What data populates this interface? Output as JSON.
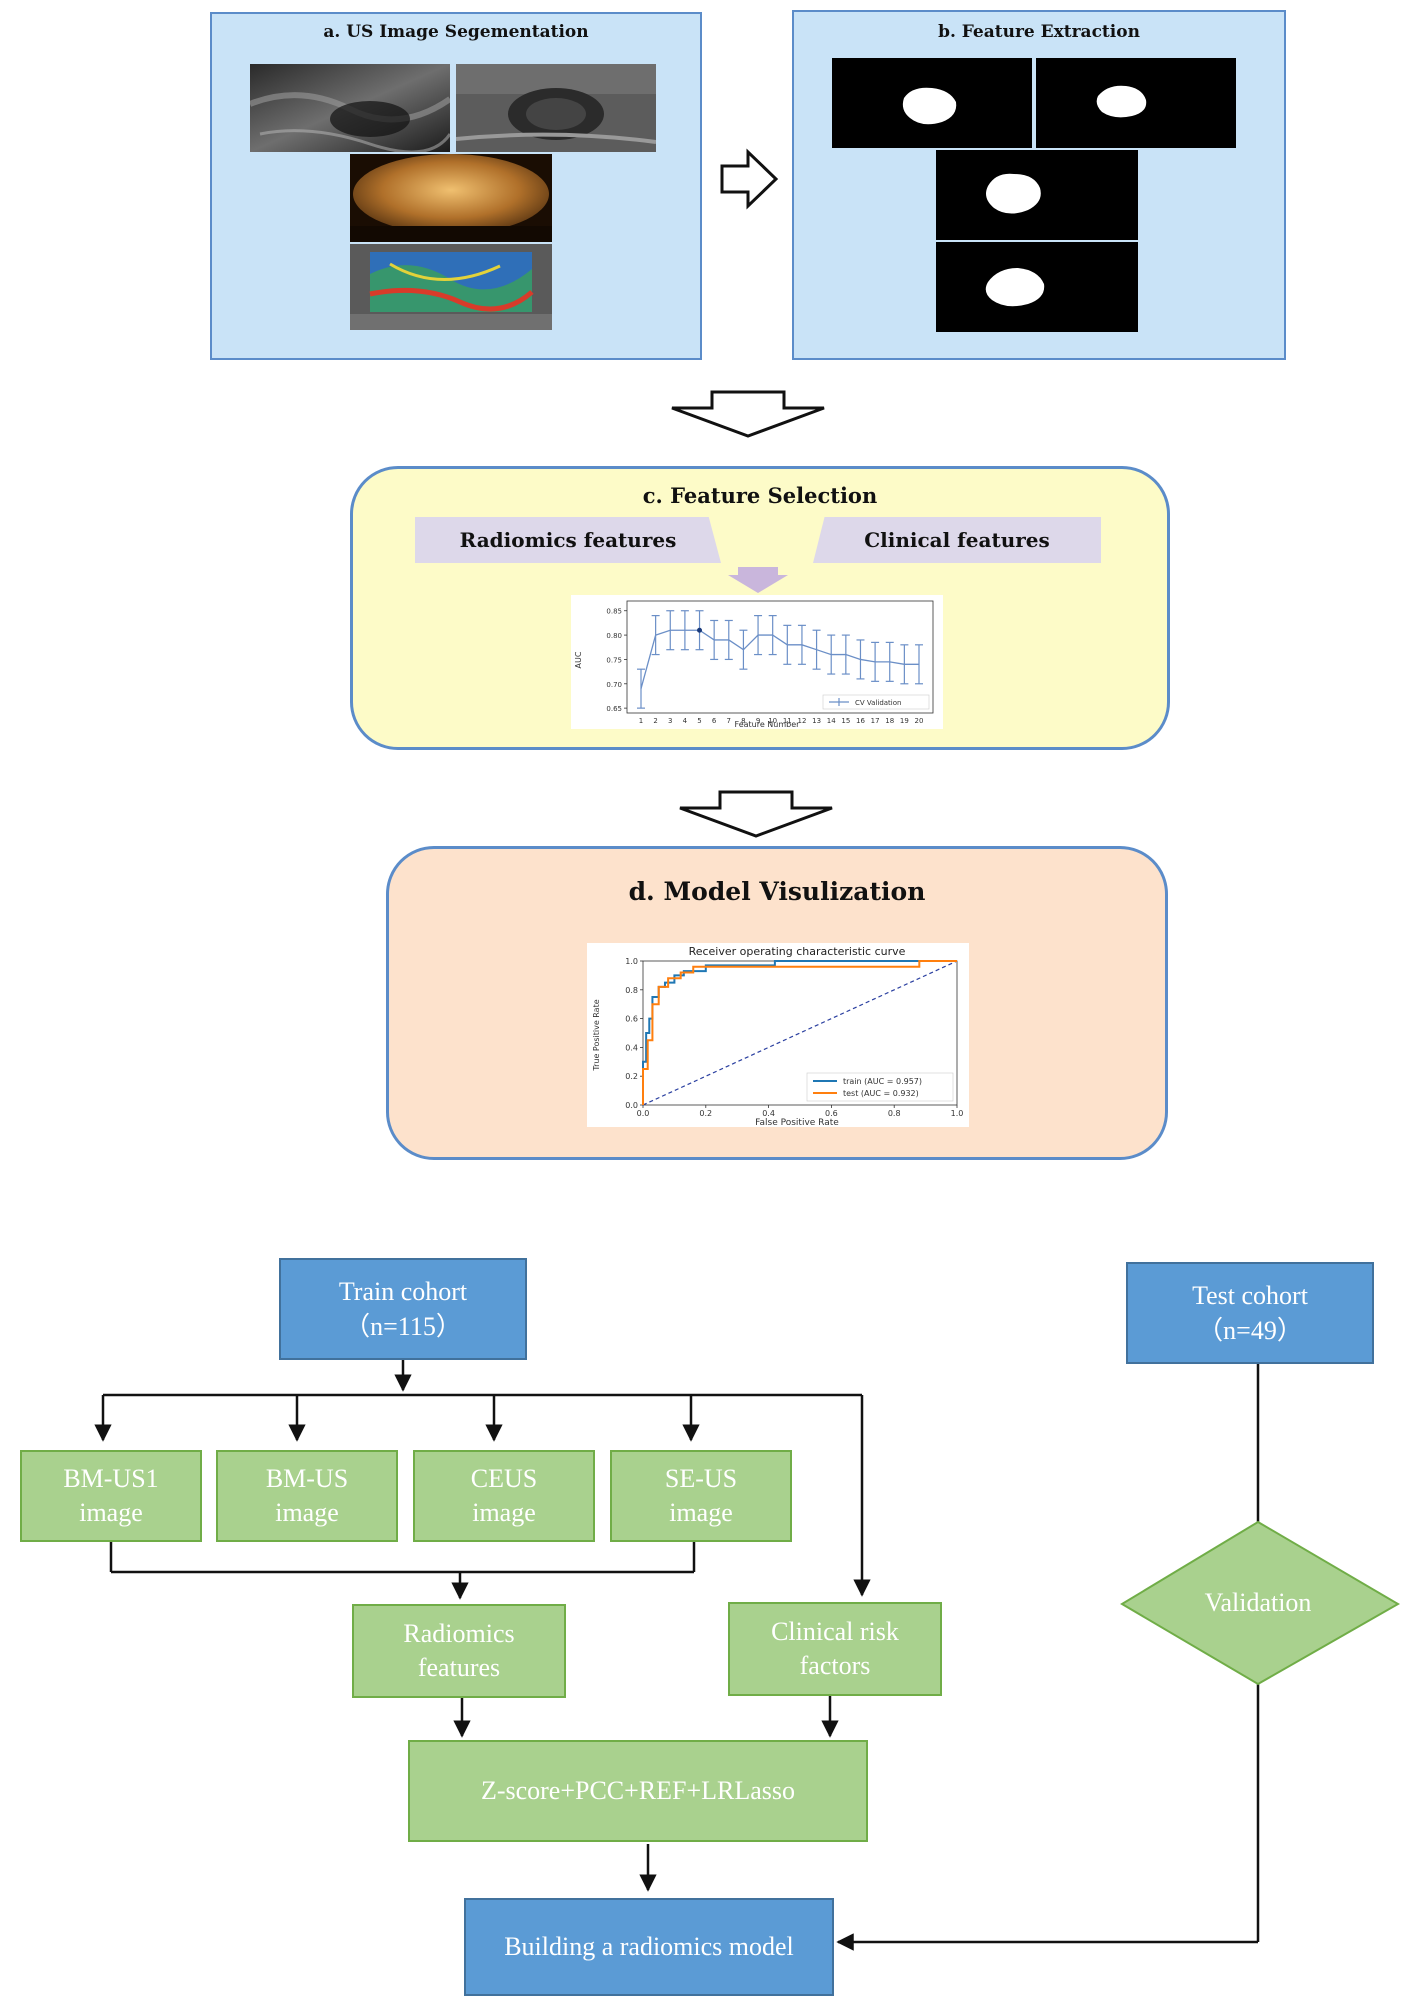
{
  "panel_a": {
    "title": "a.  US Image Segementation"
  },
  "panel_b": {
    "title": "b.  Feature Extraction"
  },
  "panel_c": {
    "title": "c.  Feature Selection",
    "tag_left": "Radiomics features",
    "tag_right": "Clinical features"
  },
  "panel_d": {
    "title": "d.  Model Visulization"
  },
  "flow": {
    "train_title": "Train cohort",
    "train_n": "（n=115）",
    "test_title": "Test cohort",
    "test_n": "（n=49）",
    "img1_l1": "BM-US1",
    "img1_l2": "image",
    "img2_l1": "BM-US",
    "img2_l2": "image",
    "img3_l1": "CEUS",
    "img3_l2": "image",
    "img4_l1": "SE-US",
    "img4_l2": "image",
    "rad_l1": "Radiomics",
    "rad_l2": "features",
    "clin_l1": "Clinical risk",
    "clin_l2": "factors",
    "pipeline": "Z-score+PCC+REF+LRLasso",
    "validation": "Validation",
    "build": "Building a radiomics model"
  },
  "colors": {
    "panel_blue": "#c9e3f7",
    "panel_yellow": "#fdfbc8",
    "panel_peach": "#fde2cc",
    "flow_blue": "#5b9bd5",
    "flow_green": "#a9d18e",
    "chart_blue": "#1f77b4",
    "chart_orange": "#ff7f0e"
  },
  "chart_data": [
    {
      "type": "line",
      "title": "",
      "xlabel": "Feature Number",
      "ylabel": "AUC",
      "x": [
        1,
        2,
        3,
        4,
        5,
        6,
        7,
        8,
        9,
        10,
        11,
        12,
        13,
        14,
        15,
        16,
        17,
        18,
        19,
        20
      ],
      "xticks": [
        "1",
        "2",
        "3",
        "4",
        "5",
        "6",
        "7",
        "8",
        "9",
        "10",
        "11",
        "12",
        "13",
        "14",
        "15",
        "16",
        "17",
        "18",
        "19",
        "20"
      ],
      "yticks": [
        "0.65",
        "0.70",
        "0.75",
        "0.80",
        "0.85"
      ],
      "ylim": [
        0.64,
        0.87
      ],
      "series": [
        {
          "name": "CV Validation",
          "values": [
            0.69,
            0.8,
            0.81,
            0.81,
            0.81,
            0.79,
            0.79,
            0.77,
            0.8,
            0.8,
            0.78,
            0.78,
            0.77,
            0.76,
            0.76,
            0.75,
            0.745,
            0.745,
            0.74,
            0.74
          ],
          "errors": [
            0.04,
            0.04,
            0.04,
            0.04,
            0.04,
            0.04,
            0.04,
            0.04,
            0.04,
            0.04,
            0.04,
            0.04,
            0.04,
            0.04,
            0.04,
            0.04,
            0.04,
            0.04,
            0.04,
            0.04
          ]
        }
      ],
      "highlight_x": 5,
      "legend": "bottom-right"
    },
    {
      "type": "line",
      "title": "Receiver operating characteristic curve",
      "xlabel": "False Positive Rate",
      "ylabel": "True Positive Rate",
      "xlim": [
        0,
        1
      ],
      "ylim": [
        0,
        1
      ],
      "xticks": [
        "0.0",
        "0.2",
        "0.4",
        "0.6",
        "0.8",
        "1.0"
      ],
      "yticks": [
        "0.0",
        "0.2",
        "0.4",
        "0.6",
        "0.8",
        "1.0"
      ],
      "series": [
        {
          "name": "train (AUC = 0.957)",
          "points": [
            [
              0,
              0
            ],
            [
              0,
              0.3
            ],
            [
              0.01,
              0.3
            ],
            [
              0.01,
              0.5
            ],
            [
              0.02,
              0.5
            ],
            [
              0.02,
              0.6
            ],
            [
              0.03,
              0.6
            ],
            [
              0.03,
              0.75
            ],
            [
              0.05,
              0.75
            ],
            [
              0.05,
              0.82
            ],
            [
              0.07,
              0.82
            ],
            [
              0.07,
              0.85
            ],
            [
              0.1,
              0.85
            ],
            [
              0.1,
              0.9
            ],
            [
              0.13,
              0.9
            ],
            [
              0.13,
              0.93
            ],
            [
              0.2,
              0.93
            ],
            [
              0.2,
              0.97
            ],
            [
              0.42,
              0.97
            ],
            [
              0.42,
              1.0
            ],
            [
              1.0,
              1.0
            ]
          ]
        },
        {
          "name": "test (AUC = 0.932)",
          "points": [
            [
              0,
              0
            ],
            [
              0,
              0.25
            ],
            [
              0.015,
              0.25
            ],
            [
              0.015,
              0.45
            ],
            [
              0.03,
              0.45
            ],
            [
              0.03,
              0.7
            ],
            [
              0.05,
              0.7
            ],
            [
              0.05,
              0.82
            ],
            [
              0.08,
              0.82
            ],
            [
              0.08,
              0.88
            ],
            [
              0.12,
              0.88
            ],
            [
              0.12,
              0.92
            ],
            [
              0.16,
              0.92
            ],
            [
              0.16,
              0.96
            ],
            [
              0.88,
              0.96
            ],
            [
              0.88,
              1.0
            ],
            [
              1.0,
              1.0
            ]
          ]
        }
      ],
      "diagonal": true,
      "legend": "bottom-right"
    }
  ]
}
